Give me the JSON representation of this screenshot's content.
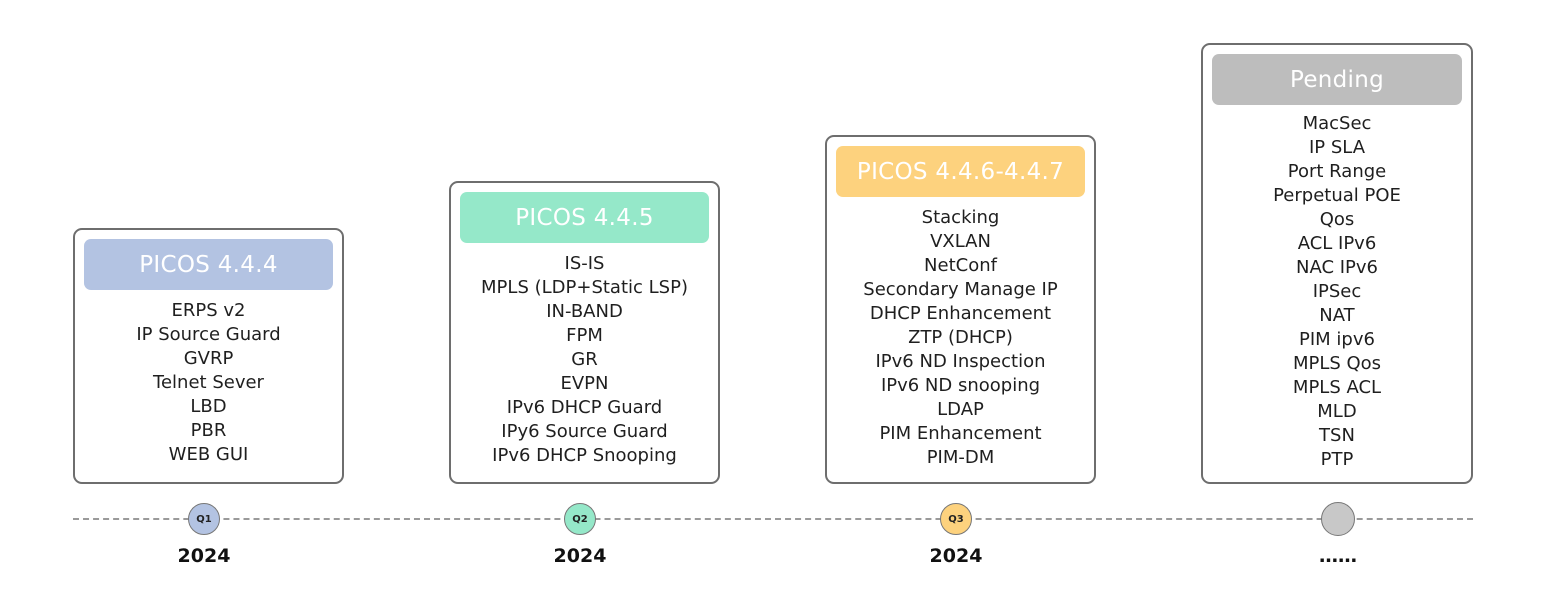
{
  "releases": [
    {
      "title": "PICOS 4.4.4",
      "color": "#b3c3e2",
      "quarter": "Q1",
      "year": "2024",
      "features": [
        "ERPS v2",
        "IP Source Guard",
        "GVRP",
        "Telnet Sever",
        "LBD",
        "PBR",
        "WEB GUI"
      ]
    },
    {
      "title": "PICOS 4.4.5",
      "color": "#95e8c9",
      "quarter": "Q2",
      "year": "2024",
      "features": [
        "IS-IS",
        "MPLS (LDP+Static LSP)",
        "IN-BAND",
        "FPM",
        "GR",
        "EVPN",
        "IPv6 DHCP Guard",
        "IPy6 Source Guard",
        "IPv6 DHCP Snooping"
      ]
    },
    {
      "title": "PICOS 4.4.6-4.4.7",
      "color": "#fdd27e",
      "quarter": "Q3",
      "year": "2024",
      "features": [
        "Stacking",
        "VXLAN",
        "NetConf",
        "Secondary Manage IP",
        "DHCP Enhancement",
        "ZTP (DHCP)",
        "IPv6 ND Inspection",
        "IPv6 ND snooping",
        "LDAP",
        "PIM Enhancement",
        "PIM-DM"
      ]
    },
    {
      "title": "Pending",
      "color": "#bdbdbd",
      "quarter": "",
      "year": "……",
      "features": [
        "MacSec",
        "IP SLA",
        "Port Range",
        "Perpetual POE",
        "Qos",
        "ACL IPv6",
        "NAC IPv6",
        "IPSec",
        "NAT",
        "PIM ipv6",
        "MPLS Qos",
        "MPLS ACL",
        "MLD",
        "TSN",
        "PTP"
      ]
    }
  ]
}
